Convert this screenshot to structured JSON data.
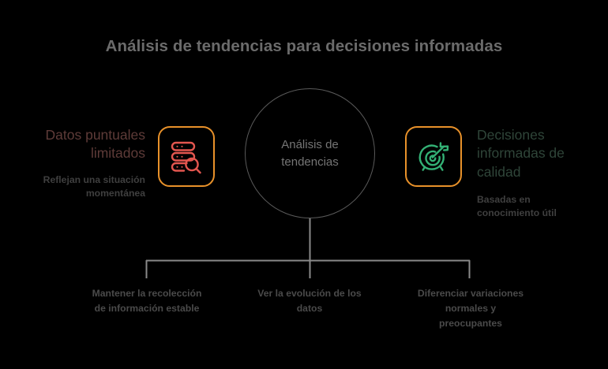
{
  "title": "Análisis de tendencias para decisiones informadas",
  "center": {
    "label": "Análisis de\ntendencias"
  },
  "colors": {
    "background": "#000000",
    "title": "#6b6b6b",
    "circle_stroke": "#5a5a5a",
    "icon_box_border": "#e8912a",
    "icon_left": "#e3564f",
    "icon_right": "#33b175",
    "heading_left": "#5e3b38",
    "heading_right": "#2f4539",
    "body_text": "#4a4a4a",
    "connector": "#8a8a8a"
  },
  "sides": {
    "left": {
      "heading": "Datos puntuales\nlimitados",
      "subtitle": "Reflejan una situación\nmomentánea",
      "icon": "database-search-icon"
    },
    "right": {
      "heading": "Decisiones\ninformadas de\ncalidad",
      "subtitle": "Basadas en\nconocimiento útil",
      "icon": "target-arrow-icon"
    }
  },
  "bottom_labels": [
    "Mantener la recolección\nde información estable",
    "Ver la evolución de los\ndatos",
    "Diferenciar variaciones\nnormales y\npreocupantes"
  ]
}
